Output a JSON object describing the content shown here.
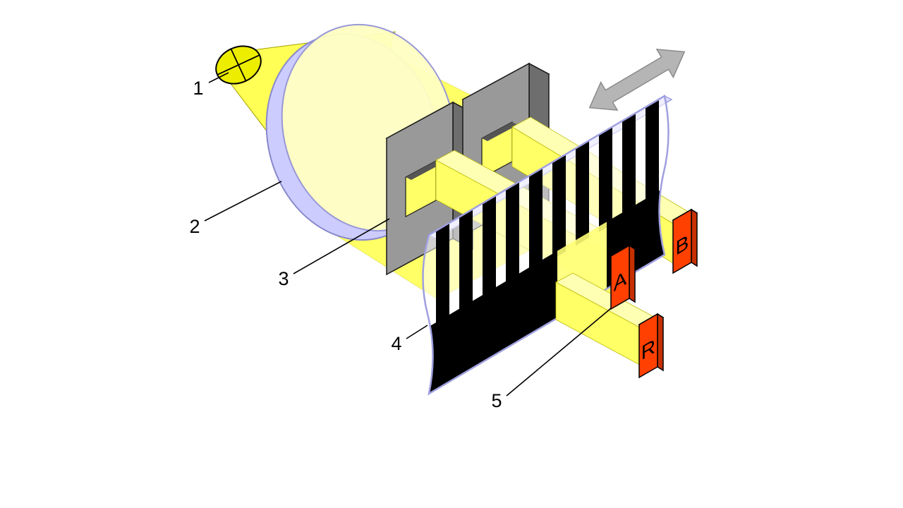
{
  "figure": {
    "labels": {
      "light_source": "1",
      "lens": "2",
      "mask": "3",
      "scale": "4",
      "detector": "5"
    },
    "detector_letters": {
      "a": "A",
      "b": "B",
      "r": "R"
    },
    "colors": {
      "beam_yellow": "#ffff66",
      "beam_highlight": "#ffffb3",
      "bulb_yellow": "#eded00",
      "lens_rim_lavender": "#ccccff",
      "lens_face_pale_yellow": "#ffffc2",
      "mask_gray": "#999999",
      "scale_edge_lavender": "#9f9fe0",
      "stripe_black": "#000000",
      "detector_red": "#ff4000",
      "arrow_gray": "#b5b5b5",
      "background": "#ffffff"
    }
  }
}
